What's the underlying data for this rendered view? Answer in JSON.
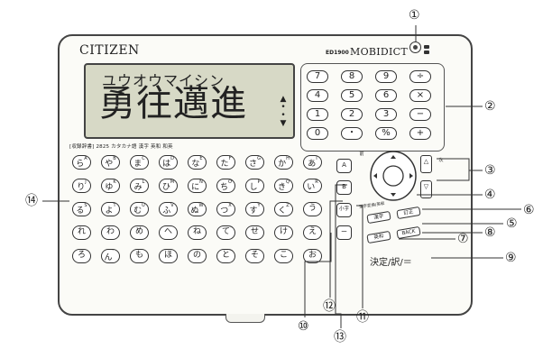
{
  "device": {
    "brand": "CITIZEN",
    "model": "ED1900",
    "product": "MOBIDICT"
  },
  "screen": {
    "kana": "ユウオウマイシン",
    "kanji": "勇往邁進",
    "scroll_indicator": "▲\n▼"
  },
  "spec_strip": "[収録辞書] 2825 カタカナ語 漢字 英和 和英",
  "calc_keys": [
    "7",
    "8",
    "9",
    "÷",
    "4",
    "5",
    "6",
    "×",
    "1",
    "2",
    "3",
    "−",
    "0",
    "・",
    "%",
    "+"
  ],
  "kana_keys": [
    [
      "ら",
      "や",
      "ま",
      "は",
      "な",
      "た",
      "さ",
      "か",
      "あ"
    ],
    [
      "り",
      "ゆ",
      "み",
      "ひ",
      "に",
      "ち",
      "し",
      "き",
      "い"
    ],
    [
      "る",
      "よ",
      "む",
      "ふ",
      "ぬ",
      "つ",
      "す",
      "く",
      "う"
    ],
    [
      "れ",
      "わ",
      "め",
      "へ",
      "ね",
      "て",
      "せ",
      "け",
      "え"
    ],
    [
      "ろ",
      "ん",
      "も",
      "ほ",
      "の",
      "と",
      "そ",
      "こ",
      "お"
    ]
  ],
  "kana_sub": [
    [
      "A",
      "B",
      "C",
      "D",
      "E",
      "F",
      "G",
      "H",
      "I"
    ],
    [
      "J",
      "K",
      "L",
      "M",
      "N",
      "O",
      "P",
      "Q",
      "R"
    ],
    [
      "S",
      "T",
      "U",
      "V",
      "W",
      "X",
      "Y",
      "Z",
      ""
    ],
    [
      "",
      "",
      "",
      "",
      "",
      "",
      "",
      "",
      ""
    ],
    [
      "",
      "゛",
      "",
      "",
      "",
      "",
      "",
      "",
      ""
    ]
  ],
  "right_keys": {
    "key_a": "A",
    "key_b": "B",
    "key_c": "小字",
    "key_dash": "ー",
    "kanji_key": "漢字",
    "clear_key": "訂正",
    "mode_key": "英和",
    "back_key": "BACK",
    "enter_label": "決定/訳/＝"
  },
  "small_labels": {
    "nav_left": "前",
    "nav_right": "次",
    "kanji_mode": "漢字変換/英和"
  },
  "callouts": [
    "①",
    "②",
    "③",
    "④",
    "⑤",
    "⑥",
    "⑦",
    "⑧",
    "⑨",
    "⑩",
    "⑪",
    "⑫",
    "⑬",
    "⑭"
  ]
}
